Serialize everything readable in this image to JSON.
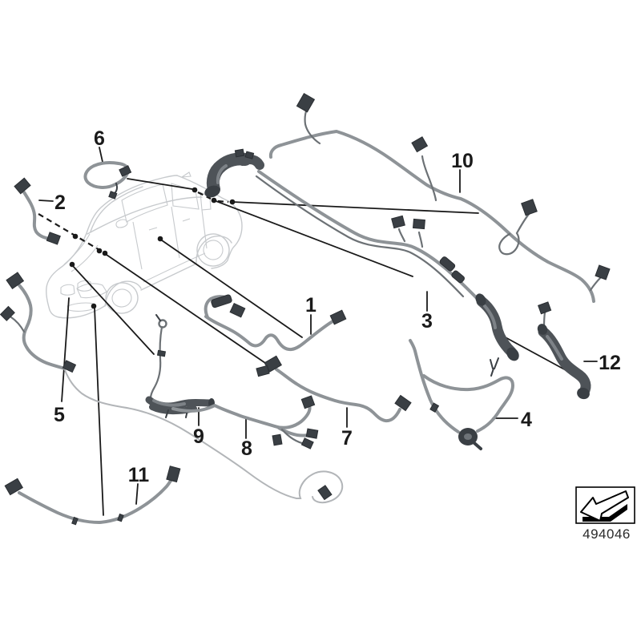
{
  "diagram": {
    "type": "parts-exploded-diagram",
    "callouts": [
      {
        "label": "1"
      },
      {
        "label": "2"
      },
      {
        "label": "3"
      },
      {
        "label": "4"
      },
      {
        "label": "5"
      },
      {
        "label": "6"
      },
      {
        "label": "7"
      },
      {
        "label": "8"
      },
      {
        "label": "9"
      },
      {
        "label": "10"
      },
      {
        "label": "11"
      },
      {
        "label": "12"
      }
    ],
    "part_number": "494046",
    "icons": {
      "stamp": "direction-arrow-down-left"
    },
    "colors": {
      "ink": "#1a1a1a",
      "wire": "#8e9397",
      "wire-dark": "#6c7175",
      "duct": "#4e5358",
      "component": "#3a3f44",
      "car-sketch": "#c7cacd",
      "thin-wire": "#b2b5b8",
      "paper": "#ffffff"
    }
  }
}
